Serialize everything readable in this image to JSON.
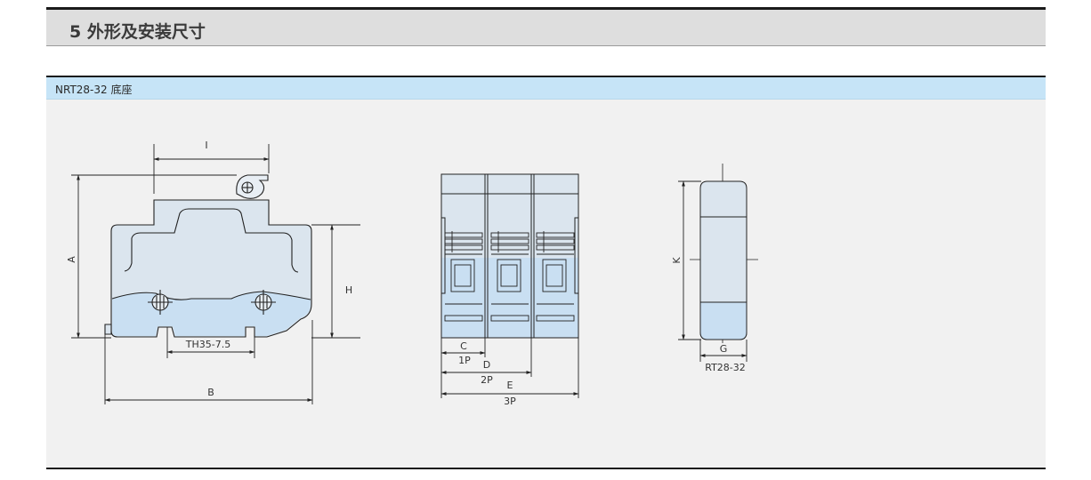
{
  "section": {
    "title": "5 外形及安装尺寸"
  },
  "panel": {
    "label": "NRT28-32 底座"
  },
  "labels": {
    "I": "I",
    "A": "A",
    "H": "H",
    "rail": "TH35-7.5",
    "B": "B",
    "C": "C",
    "P1": "1P",
    "D": "D",
    "P2": "2P",
    "E": "E",
    "P3": "3P",
    "K": "K",
    "G": "G",
    "fuse": "RT28-32"
  },
  "colors": {
    "body_fill": "#dbe5ee",
    "body_fill_light": "#e8eef4",
    "lower_fill": "#c9dff2",
    "outline": "#222222",
    "header_bg": "#dedede",
    "bar_bg": "#c6e4f7",
    "panel_bg": "#f1f1f1"
  }
}
